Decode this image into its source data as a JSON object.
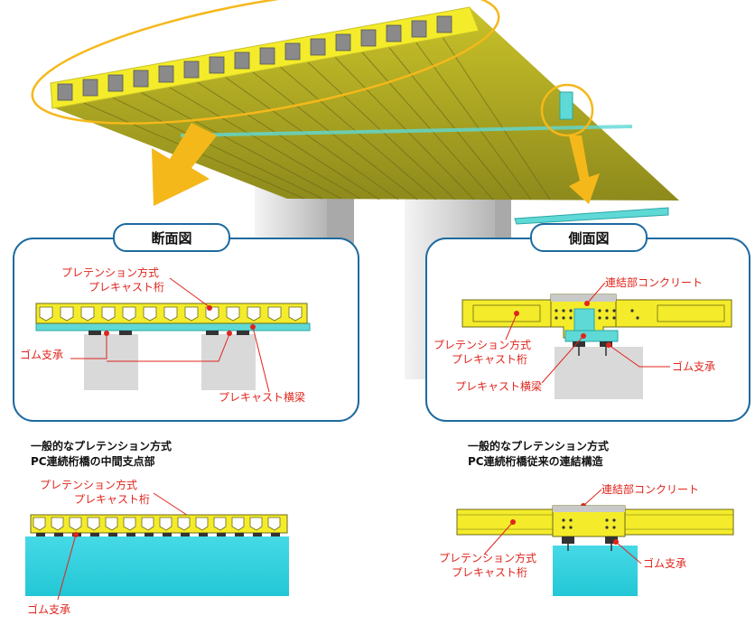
{
  "panels": {
    "cross_section": {
      "title": "断面図",
      "label_girder_1": "プレテンション方式",
      "label_girder_2": "プレキャスト桁",
      "label_bearing": "ゴム支承",
      "label_crossbeam": "プレキャスト横梁"
    },
    "side_view": {
      "title": "側面図",
      "label_concrete": "連結部コンクリート",
      "label_girder_1": "プレテンション方式",
      "label_girder_2": "プレキャスト桁",
      "label_bearing": "ゴム支承",
      "label_crossbeam": "プレキャスト横梁"
    }
  },
  "bottom_left": {
    "heading_1": "一般的なプレテンション方式",
    "heading_2": "PC連続桁橋の中間支点部",
    "label_girder_1": "プレテンション方式",
    "label_girder_2": "プレキャスト桁",
    "label_bearing": "ゴム支承"
  },
  "bottom_right": {
    "heading_1": "一般的なプレテンション方式",
    "heading_2": "PC連続桁橋従来の連結構造",
    "label_concrete": "連結部コンクリート",
    "label_girder_1": "プレテンション方式",
    "label_girder_2": "プレキャスト桁",
    "label_bearing": "ゴム支承"
  },
  "colors": {
    "girder": "#f4ec2a",
    "crossbeam": "#5fd9d6",
    "pier": "#cfcfcf",
    "label_red": "#e0241b",
    "panel_border": "#1d6aa0",
    "arrow": "#f5b81b"
  }
}
